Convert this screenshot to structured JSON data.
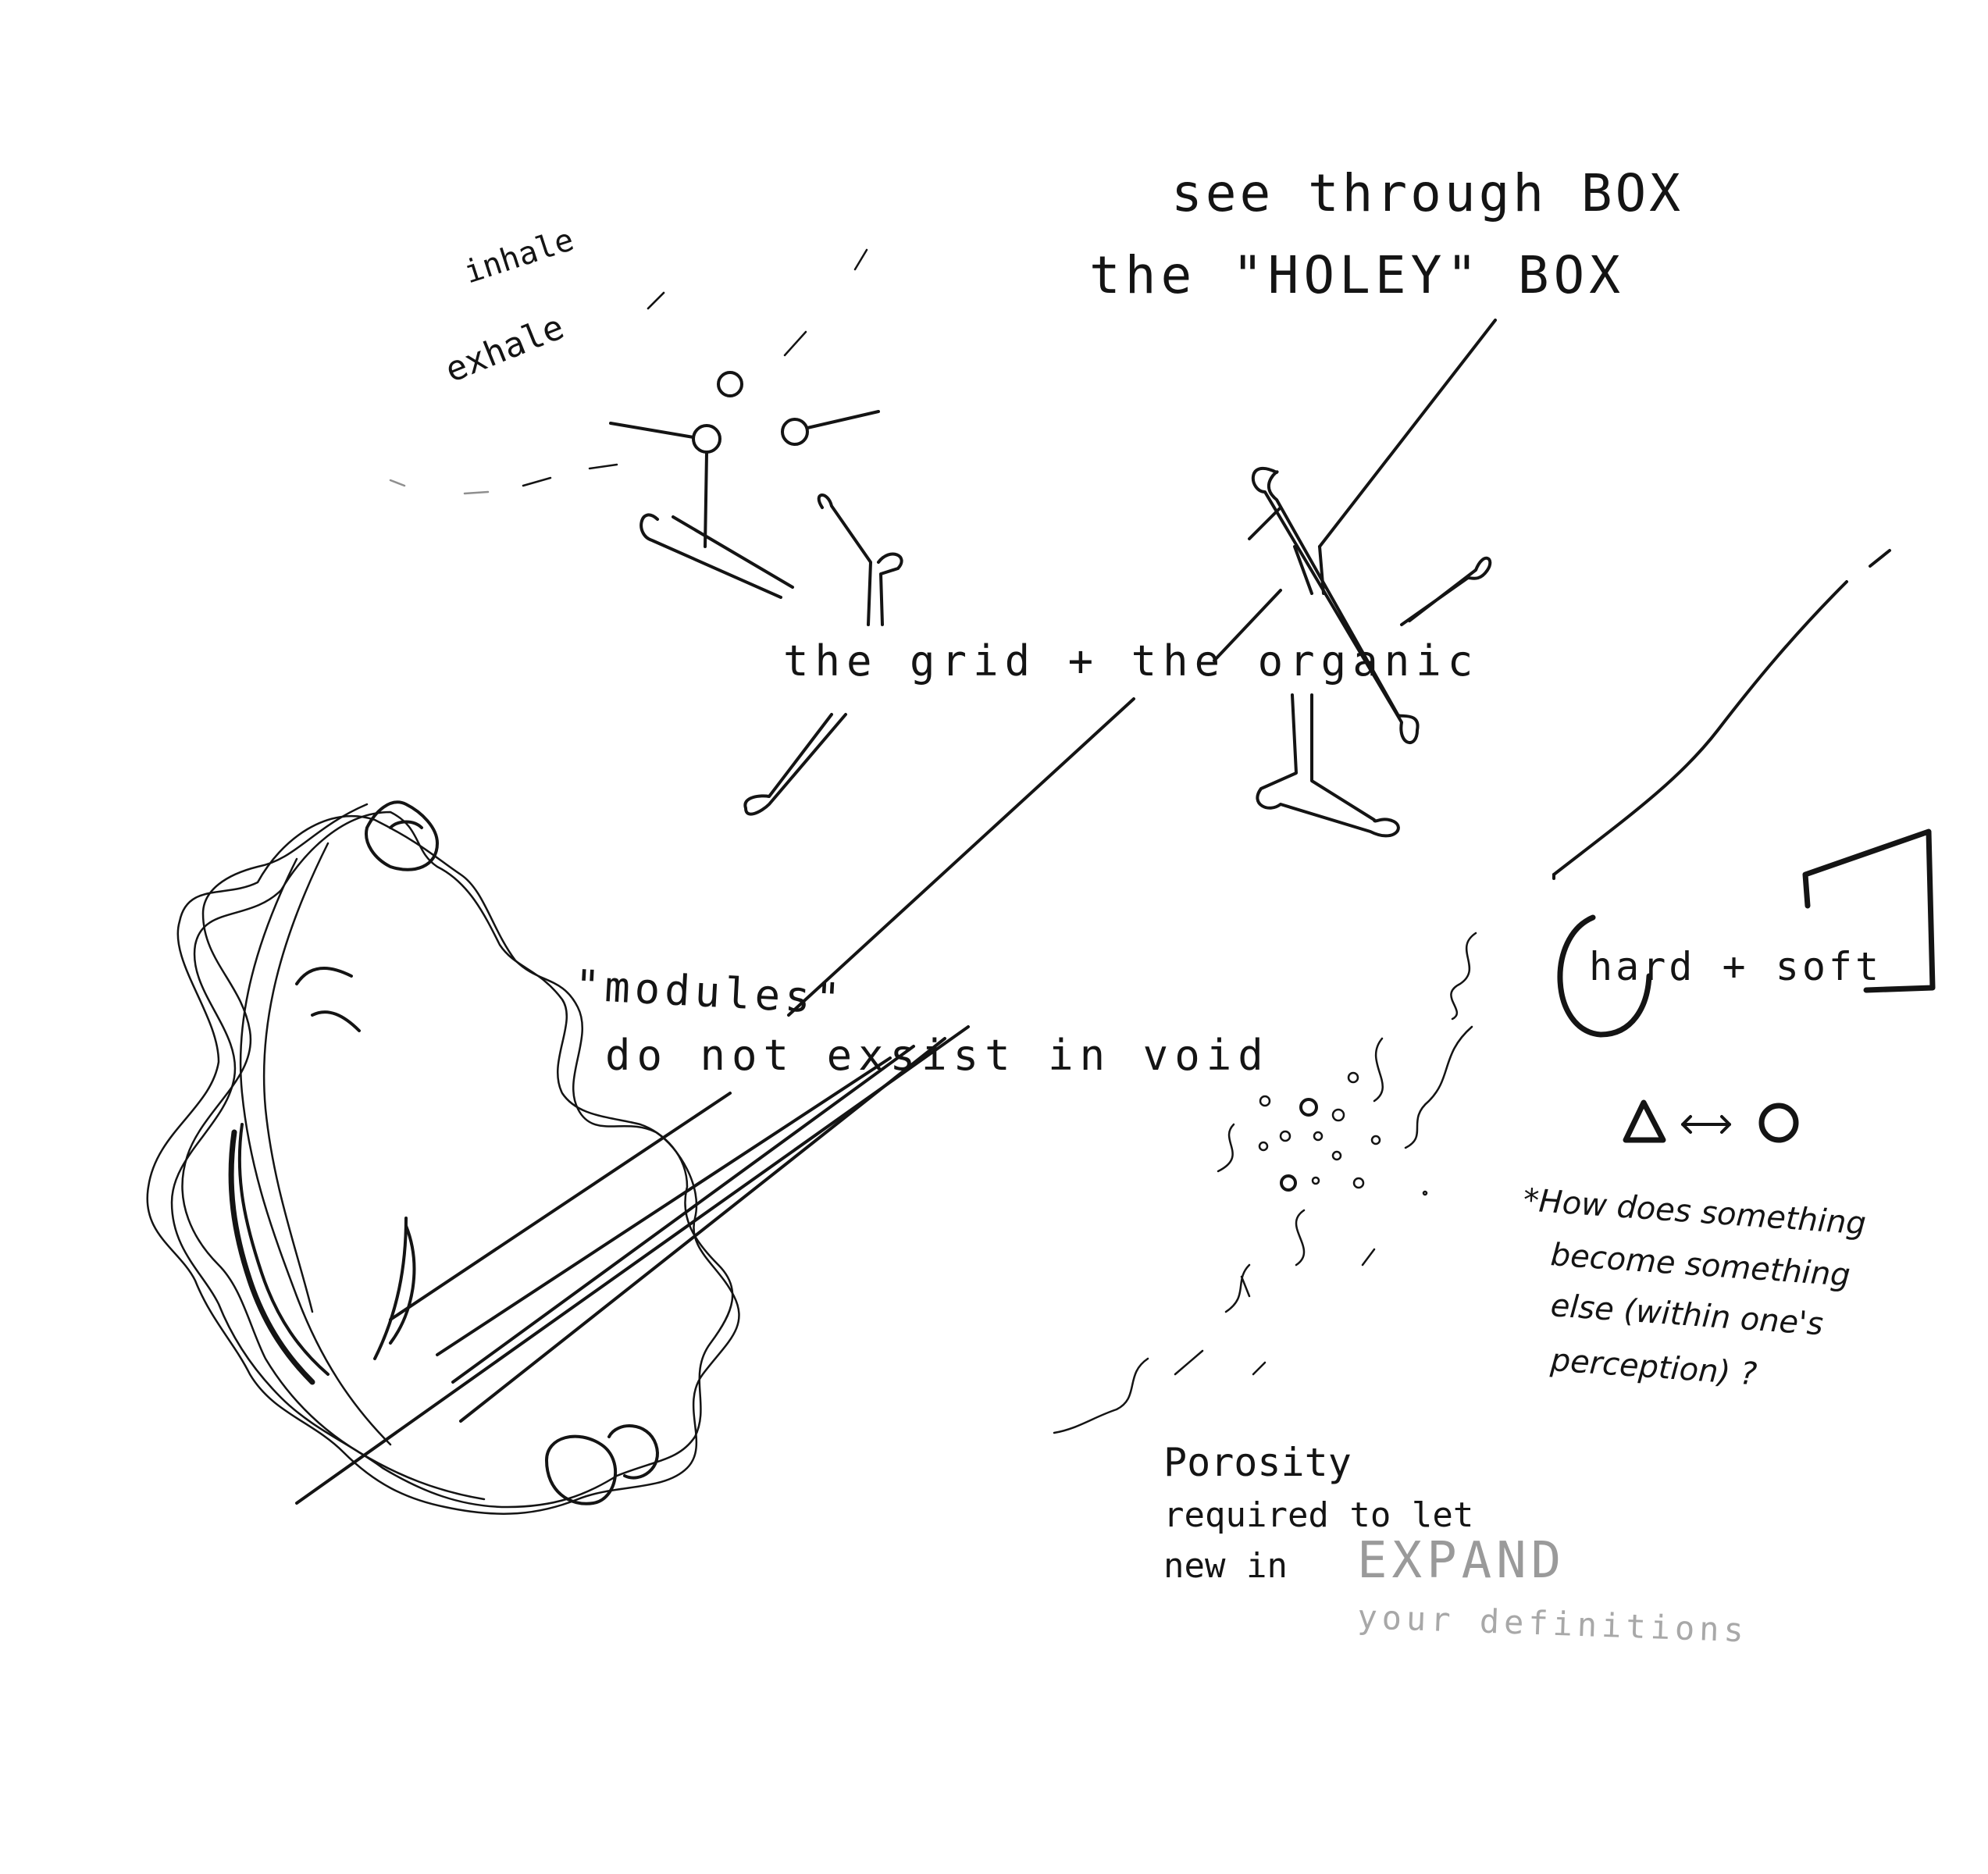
{
  "labels": {
    "inhale": "inhale",
    "exhale": "exhale",
    "see_through_box": "see through BOX",
    "holey_box": "the \"HOLEY\" BOX",
    "grid_organic": "the grid + the organic",
    "modules": "\"modules\"",
    "not_exist": "do not exsist in void",
    "hard_soft": "hard + soft",
    "question_line1": "*How does something",
    "question_line2": "become something",
    "question_line3": "else (within one's",
    "question_line4": "perception) ?",
    "porosity": "Porosity",
    "required": "required to let",
    "new_in": "new in",
    "expand": "EXPAND",
    "definitions": "your definitions"
  },
  "colors": {
    "ink": "#141414",
    "pencil": "#9a9a9a",
    "paper": "#ffffff"
  },
  "icons": {
    "triangle": "triangle-icon",
    "arrow": "double-arrow-icon",
    "circle": "circle-icon"
  }
}
